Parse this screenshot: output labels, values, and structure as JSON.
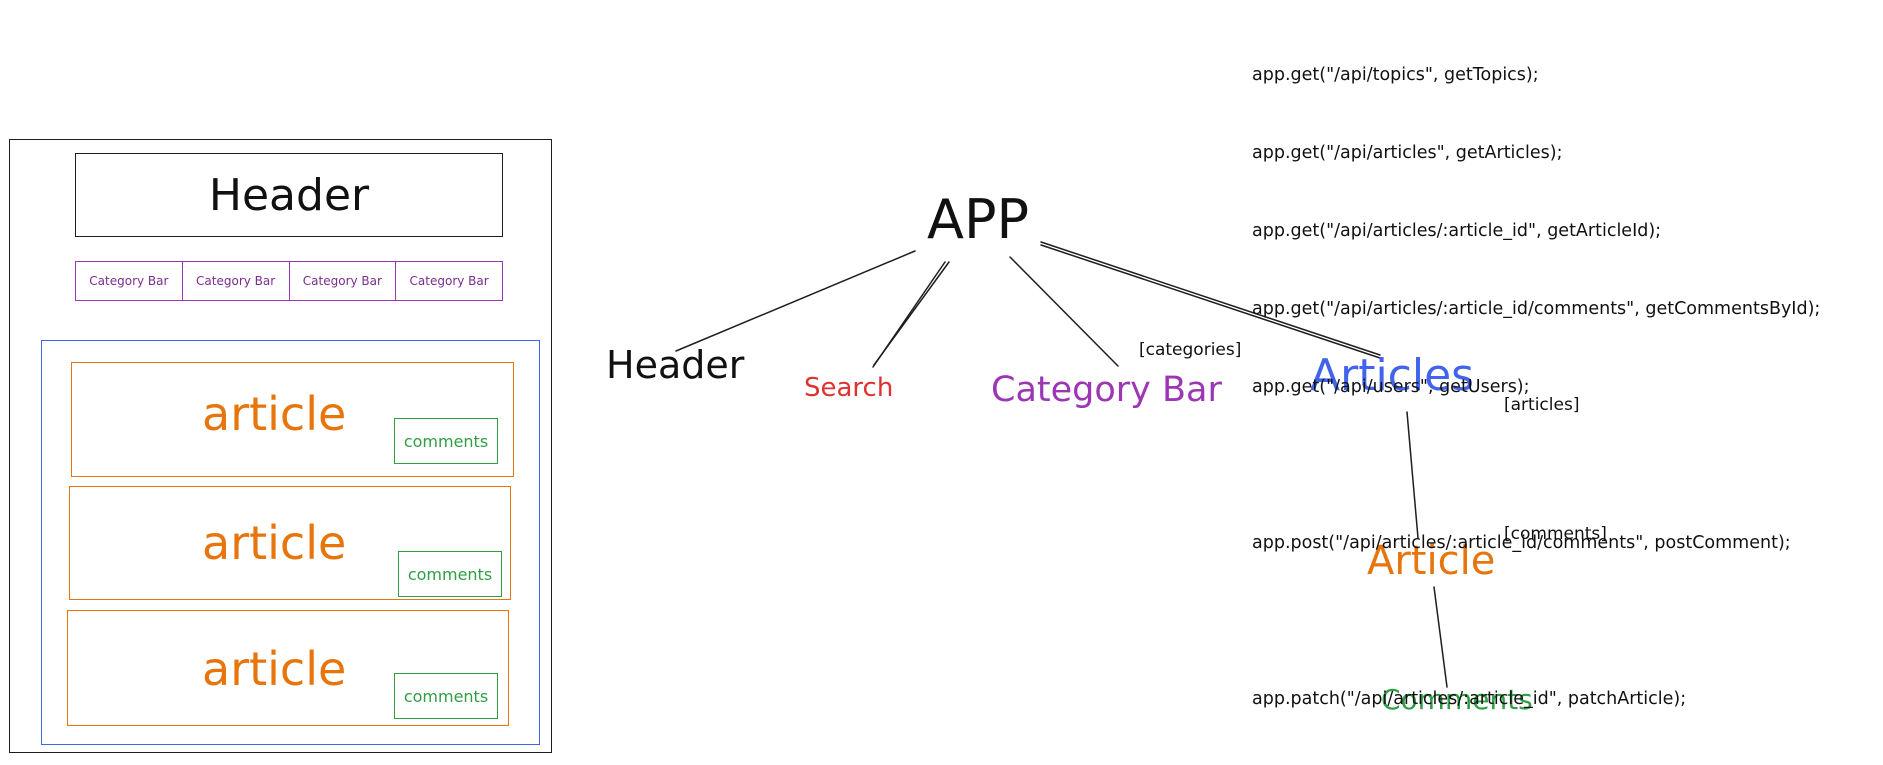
{
  "colors": {
    "ink": "#1e1e1e",
    "category": "#9c36b5",
    "articles": "#4263eb",
    "article": "#e8740c",
    "comments": "#2f9e44",
    "search": "#e03131"
  },
  "wireframe": {
    "header_label": "Header",
    "category_items": [
      "Category Bar",
      "Category Bar",
      "Category Bar",
      "Category Bar"
    ],
    "articles": [
      {
        "title": "article",
        "comments_label": "comments"
      },
      {
        "title": "article",
        "comments_label": "comments"
      },
      {
        "title": "article",
        "comments_label": "comments"
      }
    ]
  },
  "tree": {
    "app": "APP",
    "header": "Header",
    "search": "Search",
    "category_bar": "Category Bar",
    "categories_state": "[categories]",
    "articles": "Articles",
    "articles_state": "[articles]",
    "article": "Article",
    "comments_state": "[comments]",
    "comments": "Comments"
  },
  "code": {
    "lines": [
      "app.get(\"/api/topics\", getTopics);",
      "app.get(\"/api/articles\", getArticles);",
      "app.get(\"/api/articles/:article_id\", getArticleId);",
      "app.get(\"/api/articles/:article_id/comments\", getCommentsById);",
      "app.get(\"/api/users\", getUsers);",
      "",
      "app.post(\"/api/articles/:article_id/comments\", postComment);",
      "",
      "app.patch(\"/api/articles/:article_id\", patchArticle);"
    ]
  }
}
